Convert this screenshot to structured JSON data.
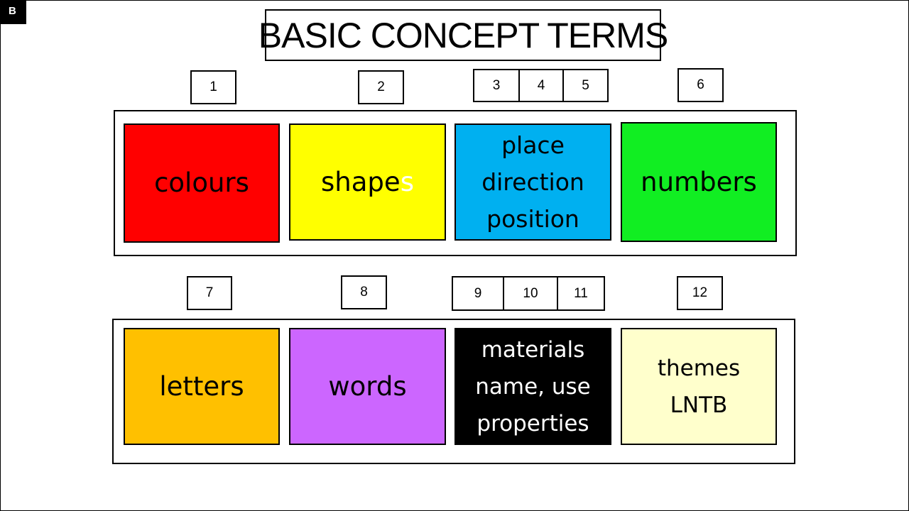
{
  "badge": "B",
  "title": "BASIC CONCEPT TERMS",
  "numbers_row1": [
    "1",
    "2",
    "3",
    "4",
    "5",
    "6"
  ],
  "numbers_row2": [
    "7",
    "8",
    "9",
    "10",
    "11",
    "12"
  ],
  "tiles_row1": [
    {
      "lines": [
        "colours"
      ],
      "color": "#ff0000"
    },
    {
      "lines": [
        "shape"
      ],
      "suffix": "s",
      "color": "#ffff00"
    },
    {
      "lines": [
        "place",
        "direction",
        "position"
      ],
      "color": "#00b0f0"
    },
    {
      "lines": [
        "numbers"
      ],
      "color": "#11ee22"
    }
  ],
  "tiles_row2": [
    {
      "lines": [
        "letters"
      ],
      "color": "#ffc000"
    },
    {
      "lines": [
        "words"
      ],
      "color": "#cc66ff"
    },
    {
      "lines": [
        "materials",
        "name, use",
        "properties"
      ],
      "color": "#000000",
      "text_color": "#ffffff"
    },
    {
      "lines": [
        "themes",
        "LNTB"
      ],
      "color": "#ffffcc"
    }
  ]
}
